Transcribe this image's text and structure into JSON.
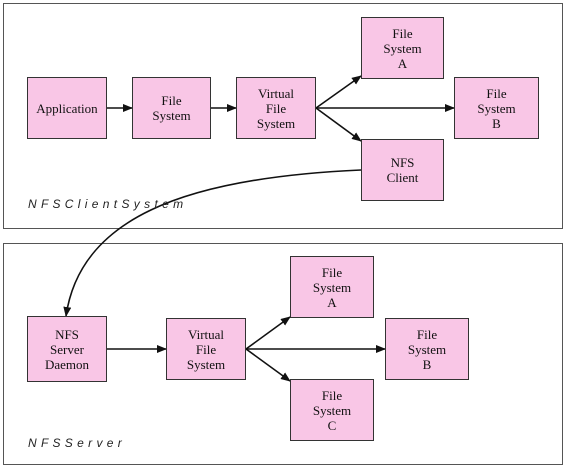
{
  "client_panel": {
    "label": "N F S  C l i e n t  S y s t e m",
    "boxes": {
      "application": "Application",
      "file_system": "File\nSystem",
      "vfs": "Virtual\nFile\nSystem",
      "fs_a": "File\nSystem\nA",
      "fs_b": "File\nSystem\nB",
      "nfs_client": "NFS\nClient"
    }
  },
  "server_panel": {
    "label": "N F S  S e r v e r",
    "boxes": {
      "daemon": "NFS\nServer\nDaemon",
      "vfs": "Virtual\nFile\nSystem",
      "fs_a": "File\nSystem\nA",
      "fs_b": "File\nSystem\nB",
      "fs_c": "File\nSystem\nC"
    }
  },
  "colors": {
    "box_fill": "#f9c6e6",
    "edge": "#111111"
  }
}
